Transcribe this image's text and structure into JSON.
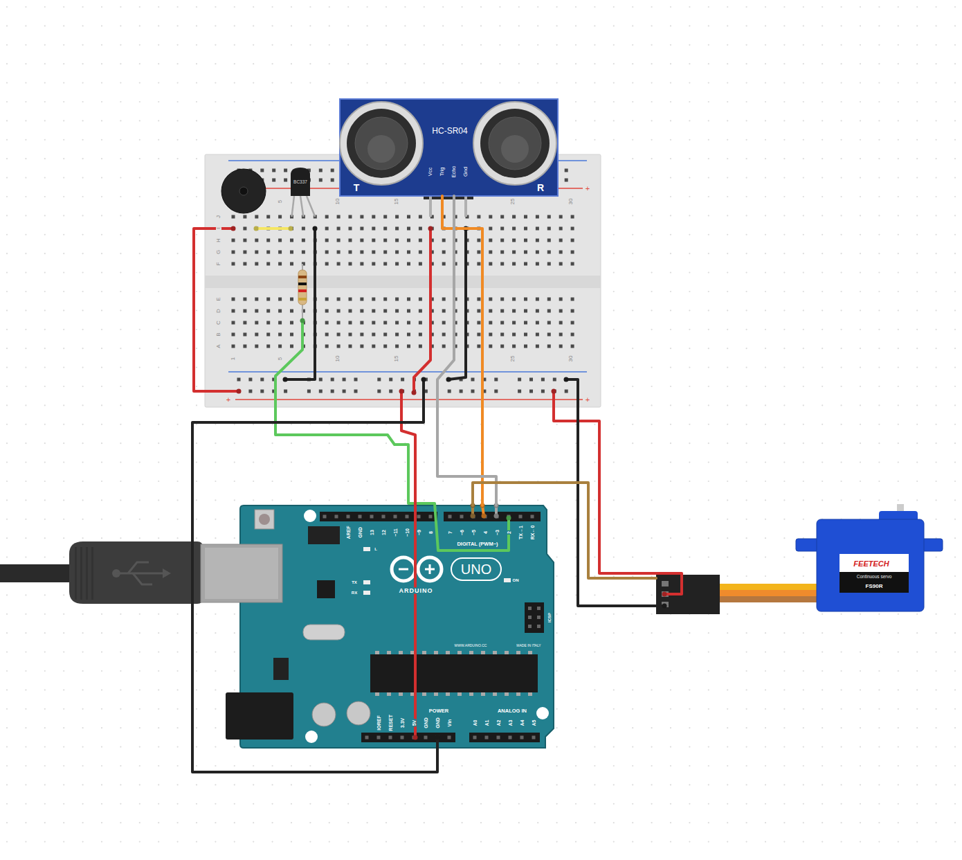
{
  "diagram": {
    "nodes": [
      {
        "text": [
          "BC337"
        ]
      },
      {
        "text": [
          "HC-SR04",
          "Vcc",
          "Trig",
          "Echo",
          "Gnd",
          "T",
          "R"
        ]
      },
      {
        "text": [
          "UNO",
          "ARDUINO",
          "DIGITAL (PWM~)",
          "POWER",
          "ANALOG IN",
          "AREF",
          "GND",
          "13",
          "12",
          "~11",
          "~10",
          "~9",
          "8",
          "7",
          "~6",
          "~5",
          "4",
          "~3",
          "2",
          "TX→1",
          "RX←0",
          "IOREF",
          "RESET",
          "3.3V",
          "5V",
          "GND",
          "GND",
          "Vin",
          "A0",
          "A1",
          "A2",
          "A3",
          "A4",
          "A5",
          "ON",
          "L",
          "TX",
          "RX",
          "ICSP",
          "WWW.ARDUINO.CC",
          "MADE IN ITALY"
        ]
      },
      {
        "text": [
          "FEETECH",
          "Continuous servo",
          "FS90R"
        ]
      }
    ],
    "edges": [
      {
        "from": 1,
        "to": 2,
        "arrow": "none"
      },
      {
        "from": 1,
        "to": 2,
        "arrow": "none"
      },
      {
        "from": 2,
        "to": 3,
        "arrow": "none"
      }
    ],
    "labels": [
      "J",
      "I",
      "H",
      "G",
      "F",
      "E",
      "D",
      "C",
      "B",
      "A",
      "5",
      "10",
      "15",
      "25",
      "30",
      "1",
      "5",
      "10",
      "15",
      "25",
      "30",
      "+",
      "+",
      "+"
    ]
  }
}
